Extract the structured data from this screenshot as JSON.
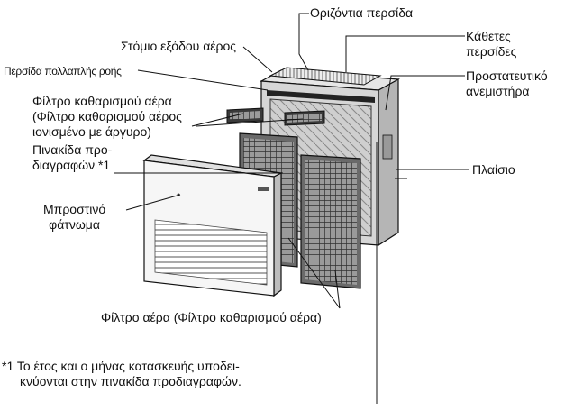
{
  "labels": {
    "horizontal_louver": "Οριζόντια περσίδα",
    "vertical_louvers_line1": "Κάθετες",
    "vertical_louvers_line2": "περσίδες",
    "air_outlet": "Στόμιο εξόδου αέρος",
    "multiflow_louver": "Περσίδα πολλαπλής ροής",
    "fan_guard_line1": "Προστατευτικό",
    "fan_guard_line2": "ανεμιστήρα",
    "air_purifying_filter_line1": "Φίλτρο καθαρισμού αέρα",
    "air_purifying_filter_line2": "(Φίλτρο καθαρισμού αέρος",
    "air_purifying_filter_line3": "ιονισμένο με άργυρο)",
    "nameplate_line1": "Πινακίδα προ-",
    "nameplate_line2": "διαγραφών *1",
    "frame": "Πλαίσιο",
    "front_panel_line1": "Μπροστινό",
    "front_panel_line2": "φάτνωμα",
    "air_filter": "Φίλτρο αέρα (Φίλτρο καθαρισμού αέρα)"
  },
  "footnote": {
    "line1": "*1 Το έτος και ο μήνας κατασκευής υποδει-",
    "line2": "κνύονται στην πινακίδα προδιαγραφών."
  },
  "colors": {
    "line": "#111111",
    "unit_body": "#d9d9d9",
    "unit_side": "#b8b8b8",
    "filter_mesh": "#4a4a4a",
    "panel": "#f4f4f4"
  }
}
